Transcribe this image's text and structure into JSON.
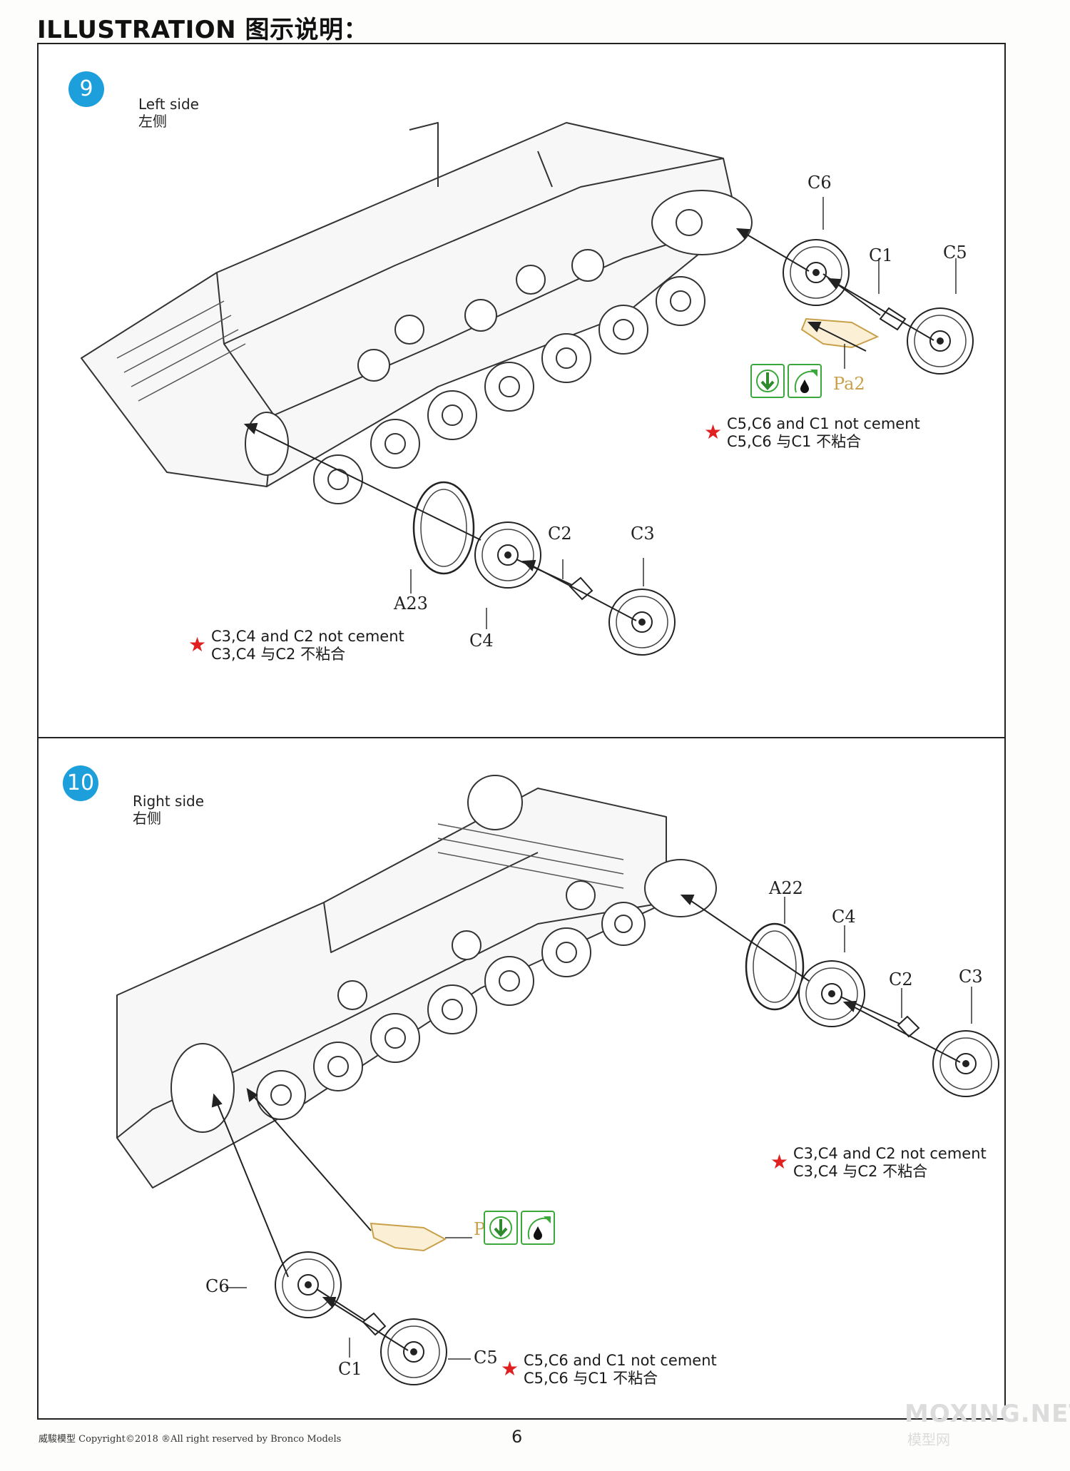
{
  "header": {
    "title": "ILLUSTRATION 图示说明："
  },
  "step9": {
    "number": "9",
    "side_en": "Left side",
    "side_cn": "左侧",
    "parts": {
      "c6": "C6",
      "c1": "C1",
      "c5": "C5",
      "pa2": "Pa2",
      "c2": "C2",
      "c3": "C3",
      "a23": "A23",
      "c4": "C4"
    },
    "note_sprocket_en": "C5,C6 and C1 not cement",
    "note_sprocket_cn": "C5,C6 与C1 不粘合",
    "note_idler_en": "C3,C4 and C2 not cement",
    "note_idler_cn": "C3,C4 与C2 不粘合"
  },
  "step10": {
    "number": "10",
    "side_en": "Right side",
    "side_cn": "右侧",
    "parts": {
      "a22": "A22",
      "c4": "C4",
      "c2": "C2",
      "c3": "C3",
      "pa4": "Pa4",
      "c6": "C6",
      "c1": "C1",
      "c5": "C5"
    },
    "note_idler_en": "C3,C4 and C2 not cement",
    "note_idler_cn": "C3,C4 与C2 不粘合",
    "note_sprocket_en": "C5,C6 and C1 not cement",
    "note_sprocket_cn": "C5,C6 与C1 不粘合"
  },
  "footer": {
    "copyright": "威駿模型  Copyright©2018  ®All right reserved by Bronco Models",
    "page_number": "6",
    "watermark": "MOXING.NET",
    "watermark_cn": "模型网"
  },
  "colors": {
    "step_badge": "#1d9fdc",
    "star": "#e02020",
    "icon_green": "#3aa83a",
    "photo_etch": "#c9a04a"
  }
}
